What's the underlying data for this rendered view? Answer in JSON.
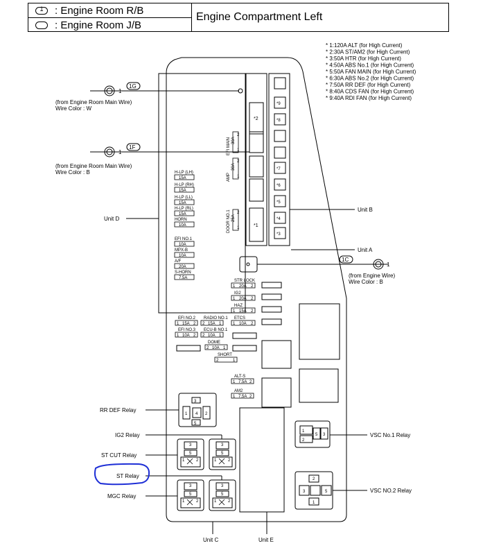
{
  "legend": {
    "rows": [
      {
        "symbol": "1",
        "label": ": Engine Room R/B"
      },
      {
        "symbol": "",
        "label": ": Engine Room J/B"
      }
    ],
    "title": "Engine Compartment Left"
  },
  "notes": [
    "* 1:120A ALT (for High Current)",
    "* 2:30A ST/AM2 (for High Current)",
    "* 3:50A HTR (for High Current)",
    "* 4:50A ABS No.1 (for High Current)",
    "* 5:50A FAN MAIN (for High Current)",
    "* 6:30A ABS No.2 (for High Current)",
    "* 7:50A RR DEF (for High Current)",
    "* 8:40A CDS FAN (for High Current)",
    "* 9:40A RDI FAN (for High Current)"
  ],
  "connectors": [
    {
      "id": "1G",
      "pin": "1",
      "source": "(from Engine Room Main Wire)",
      "color": "Wire Color : W"
    },
    {
      "id": "1F",
      "pin": "1",
      "source": "(from Engine Room Main Wire)",
      "color": "Wire Color : B"
    },
    {
      "id": "1C",
      "pin": "1",
      "source": "(from Engine Wire)",
      "color": "Wire Color : B"
    }
  ],
  "units": {
    "a": "Unit A",
    "b": "Unit B",
    "c": "Unit C",
    "d": "Unit D",
    "e": "Unit E"
  },
  "unit_d_fuses": [
    {
      "name": "H-LP (LH)",
      "rating": "15A"
    },
    {
      "name": "H-LP (RH)",
      "rating": "15A"
    },
    {
      "name": "H-LP (LL)",
      "rating": "15A"
    },
    {
      "name": "H-LP (RL)",
      "rating": "15A"
    },
    {
      "name": "HORN",
      "rating": "10A"
    },
    {
      "name": "EFI NO.1",
      "rating": "10A"
    },
    {
      "name": "MPX-B",
      "rating": "10A"
    },
    {
      "name": "A/F",
      "rating": "20A"
    },
    {
      "name": "S-HORN",
      "rating": "7.5A"
    }
  ],
  "vertical_fuses": [
    {
      "name": "EFI MAIN",
      "rating": "30A",
      "p1": "1",
      "p2": "2"
    },
    {
      "name": "AMP",
      "rating": "30A",
      "p1": "1",
      "p2": "2"
    },
    {
      "name": "DOOR NO.1",
      "rating": "25A",
      "p1": "1",
      "p2": "2"
    }
  ],
  "fusible_links": {
    "left": [
      "*2",
      "*1"
    ],
    "right": [
      "*9",
      "*8",
      "*7",
      "*6",
      "*5",
      "*4",
      "*3"
    ]
  },
  "right_fuses": [
    {
      "name": "STR LOCK",
      "rating": "20A",
      "p1": "1",
      "p2": "2"
    },
    {
      "name": "IG2",
      "rating": "20A",
      "p1": "1",
      "p2": "2"
    },
    {
      "name": "HAZ",
      "rating": "15A",
      "p1": "1",
      "p2": "2"
    },
    {
      "name": "ETCS",
      "rating": "10A",
      "p1": "1",
      "p2": "2"
    }
  ],
  "lower_fuses": [
    {
      "name": "EFI NO.2",
      "rating": "15A",
      "p1": "1",
      "p2": "2"
    },
    {
      "name": "RADIO NO.1",
      "rating": "15A",
      "p1": "2",
      "p2": "1"
    },
    {
      "name": "EFI NO.3",
      "rating": "10A",
      "p1": "1",
      "p2": "2"
    },
    {
      "name": "ECU-B NO.1",
      "rating": "10A",
      "p1": "2",
      "p2": "1"
    },
    {
      "name": "DOME",
      "rating": "10A",
      "p1": "2",
      "p2": "1"
    },
    {
      "name": "SHORT",
      "rating": "",
      "p1": "2",
      "p2": "1"
    },
    {
      "name": "ALT-S",
      "rating": "7.5A",
      "p1": "1",
      "p2": "2"
    },
    {
      "name": "AM2",
      "rating": "7.5A",
      "p1": "1",
      "p2": "2"
    }
  ],
  "relays": {
    "rr_def": "RR DEF Relay",
    "ig2": "IG2 Relay",
    "st_cut": "ST CUT Relay",
    "st": "ST Relay",
    "mgc": "MGC Relay",
    "vsc1": "VSC No.1 Relay",
    "vsc2": "VSC NO.2 Relay"
  },
  "relay_pins": {
    "rr_def": [
      "3",
      "1",
      "4",
      "2",
      "5"
    ],
    "small": [
      "3",
      "5",
      "1",
      "2"
    ],
    "vsc1": [
      "1",
      "2",
      "5",
      "3"
    ],
    "vsc2": [
      "2",
      "3",
      "1",
      "5"
    ]
  },
  "colors": {
    "line": "#000000",
    "highlight": "#1e2fd6"
  }
}
